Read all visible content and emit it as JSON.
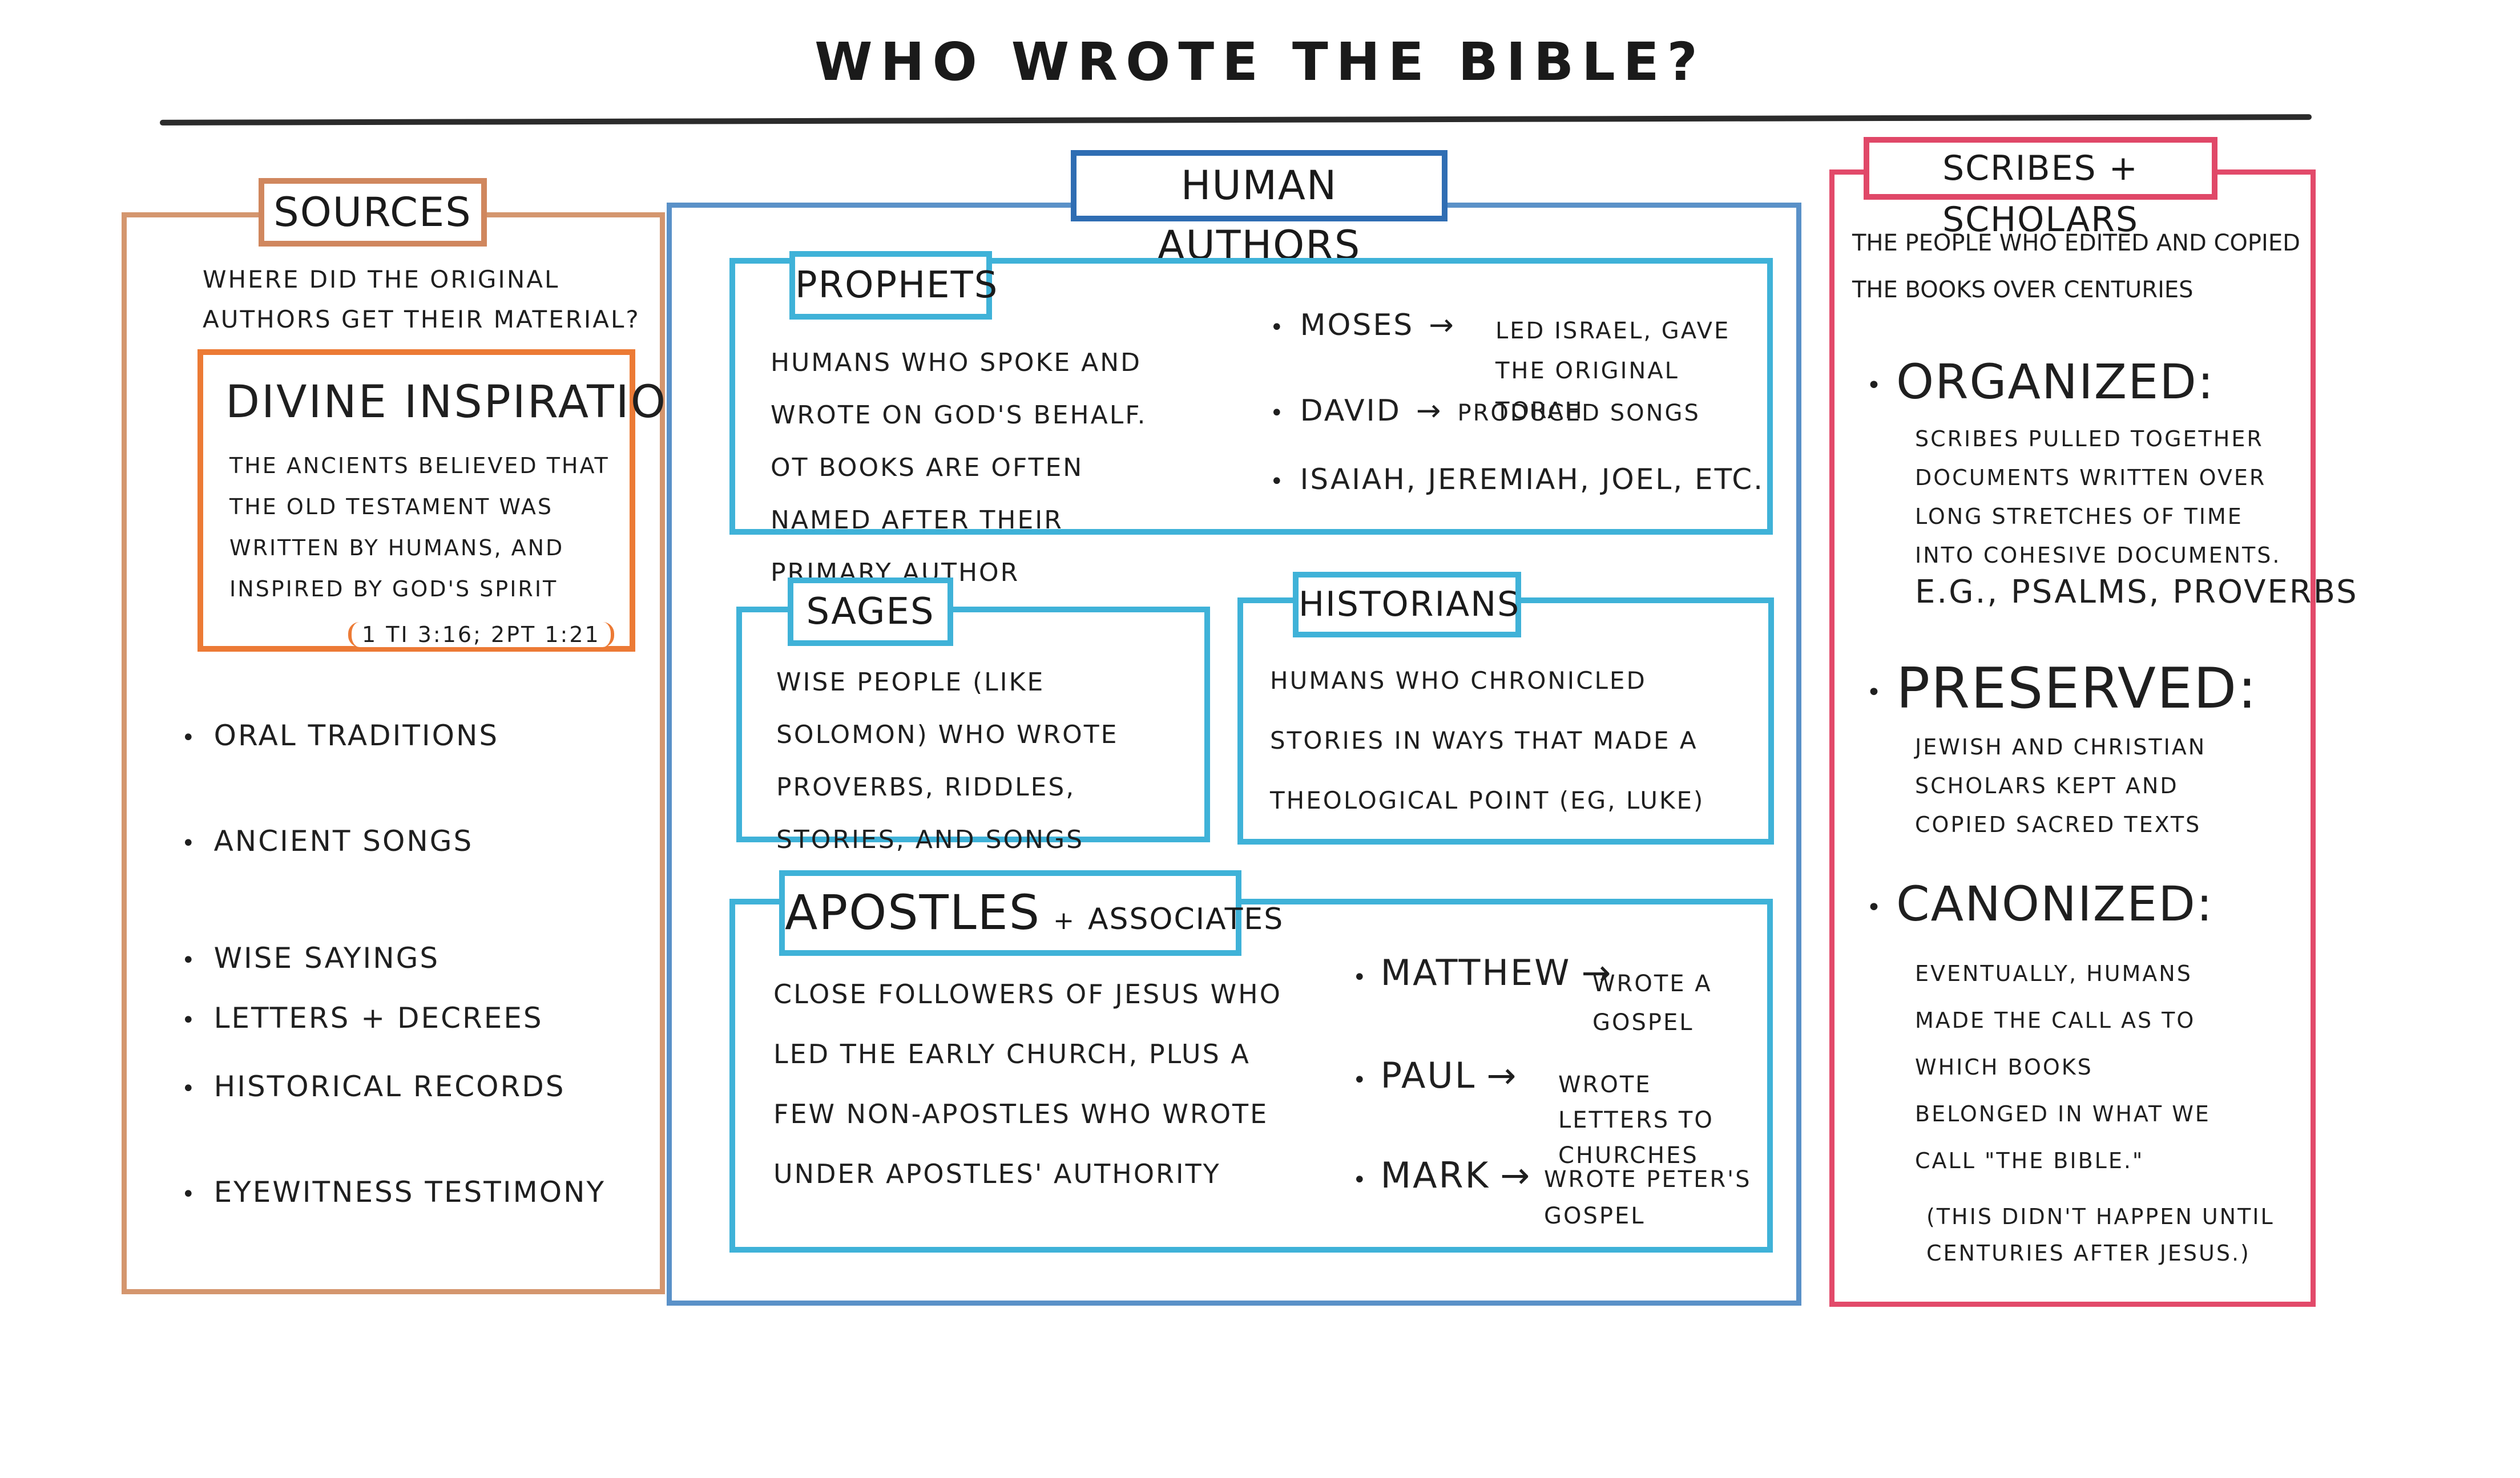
{
  "title": "WHO WROTE THE BIBLE?",
  "sources": {
    "heading": "SOURCES",
    "question": "WHERE DID THE ORIGINAL AUTHORS GET THEIR MATERIAL?",
    "divine": {
      "title": "DIVINE INSPIRATION:",
      "body": "THE ANCIENTS BELIEVED THAT THE OLD TESTAMENT WAS WRITTEN BY HUMANS, AND INSPIRED BY GOD'S SPIRIT",
      "citation": "1 TI 3:16; 2PT 1:21"
    },
    "items": [
      "ORAL TRADITIONS",
      "ANCIENT SONGS",
      "WISE SAYINGS",
      "LETTERS + DECREES",
      "HISTORICAL RECORDS",
      "EYEWITNESS TESTIMONY"
    ]
  },
  "authors": {
    "heading": "HUMAN AUTHORS",
    "prophets": {
      "heading": "PROPHETS",
      "desc": "HUMANS WHO SPOKE AND WROTE ON GOD'S BEHALF. OT BOOKS ARE OFTEN NAMED AFTER THEIR PRIMARY AUTHOR",
      "examples": [
        {
          "name": "MOSES",
          "note": "LED ISRAEL, GAVE THE ORIGINAL TORAH"
        },
        {
          "name": "DAVID",
          "note": "PRODUCED SONGS"
        },
        {
          "name": "ISAIAH, JEREMIAH, JOEL, ETC.",
          "note": ""
        }
      ]
    },
    "sages": {
      "heading": "SAGES",
      "desc": "WISE PEOPLE (LIKE SOLOMON) WHO WROTE PROVERBS, RIDDLES, STORIES, AND SONGS"
    },
    "historians": {
      "heading": "HISTORIANS",
      "desc": "HUMANS WHO CHRONICLED STORIES IN WAYS THAT MADE A THEOLOGICAL POINT (EG, LUKE)"
    },
    "apostles": {
      "heading": "APOSTLES",
      "amp": "+",
      "heading_small": "ASSOCIATES",
      "desc": "CLOSE FOLLOWERS OF JESUS WHO LED THE EARLY CHURCH, PLUS A FEW NON-APOSTLES WHO WROTE UNDER APOSTLES' AUTHORITY",
      "examples": [
        {
          "name": "MATTHEW",
          "note": "WROTE A GOSPEL"
        },
        {
          "name": "PAUL",
          "note": "WROTE LETTERS TO CHURCHES"
        },
        {
          "name": "MARK",
          "note": "WROTE PETER'S GOSPEL"
        }
      ]
    }
  },
  "scribes": {
    "heading": "SCRIBES + SCHOLARS",
    "desc": "THE PEOPLE WHO EDITED AND COPIED THE BOOKS OVER CENTURIES",
    "points": [
      {
        "heading": "ORGANIZED:",
        "body": "SCRIBES PULLED TOGETHER DOCUMENTS WRITTEN OVER LONG STRETCHES OF TIME INTO COHESIVE DOCUMENTS.",
        "extra": "E.G., PSALMS, PROVERBS"
      },
      {
        "heading": "PRESERVED:",
        "body": "JEWISH AND CHRISTIAN SCHOLARS KEPT AND COPIED SACRED TEXTS",
        "extra": ""
      },
      {
        "heading": "CANONIZED:",
        "body": "EVENTUALLY, HUMANS MADE THE CALL AS TO WHICH BOOKS BELONGED IN WHAT WE CALL \"THE BIBLE.\"",
        "extra": "(THIS DIDN'T HAPPEN UNTIL CENTURIES AFTER JESUS.)"
      }
    ]
  },
  "colors": {
    "sources": "#d4966e",
    "divine": "#ec7a35",
    "authors": "#2f6db3",
    "boxes": "#3fb2d8",
    "scribes": "#e24a6a"
  }
}
